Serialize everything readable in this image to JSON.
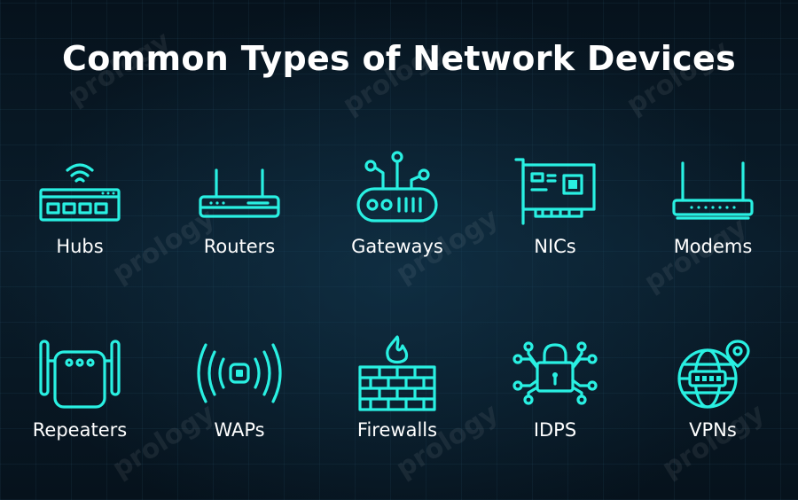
{
  "title": "Common Types of Network Devices",
  "watermark": "prology",
  "colors": {
    "accent": "#29f0e2",
    "background": "#071521",
    "text": "#ffffff"
  },
  "devices": [
    {
      "label": "Hubs",
      "icon": "hub-icon"
    },
    {
      "label": "Routers",
      "icon": "router-icon"
    },
    {
      "label": "Gateways",
      "icon": "gateway-icon"
    },
    {
      "label": "NICs",
      "icon": "nic-icon"
    },
    {
      "label": "Modems",
      "icon": "modem-icon"
    },
    {
      "label": "Repeaters",
      "icon": "repeater-icon"
    },
    {
      "label": "WAPs",
      "icon": "wap-icon"
    },
    {
      "label": "Firewalls",
      "icon": "firewall-icon"
    },
    {
      "label": "IDPS",
      "icon": "idps-icon"
    },
    {
      "label": "VPNs",
      "icon": "vpn-icon"
    }
  ]
}
